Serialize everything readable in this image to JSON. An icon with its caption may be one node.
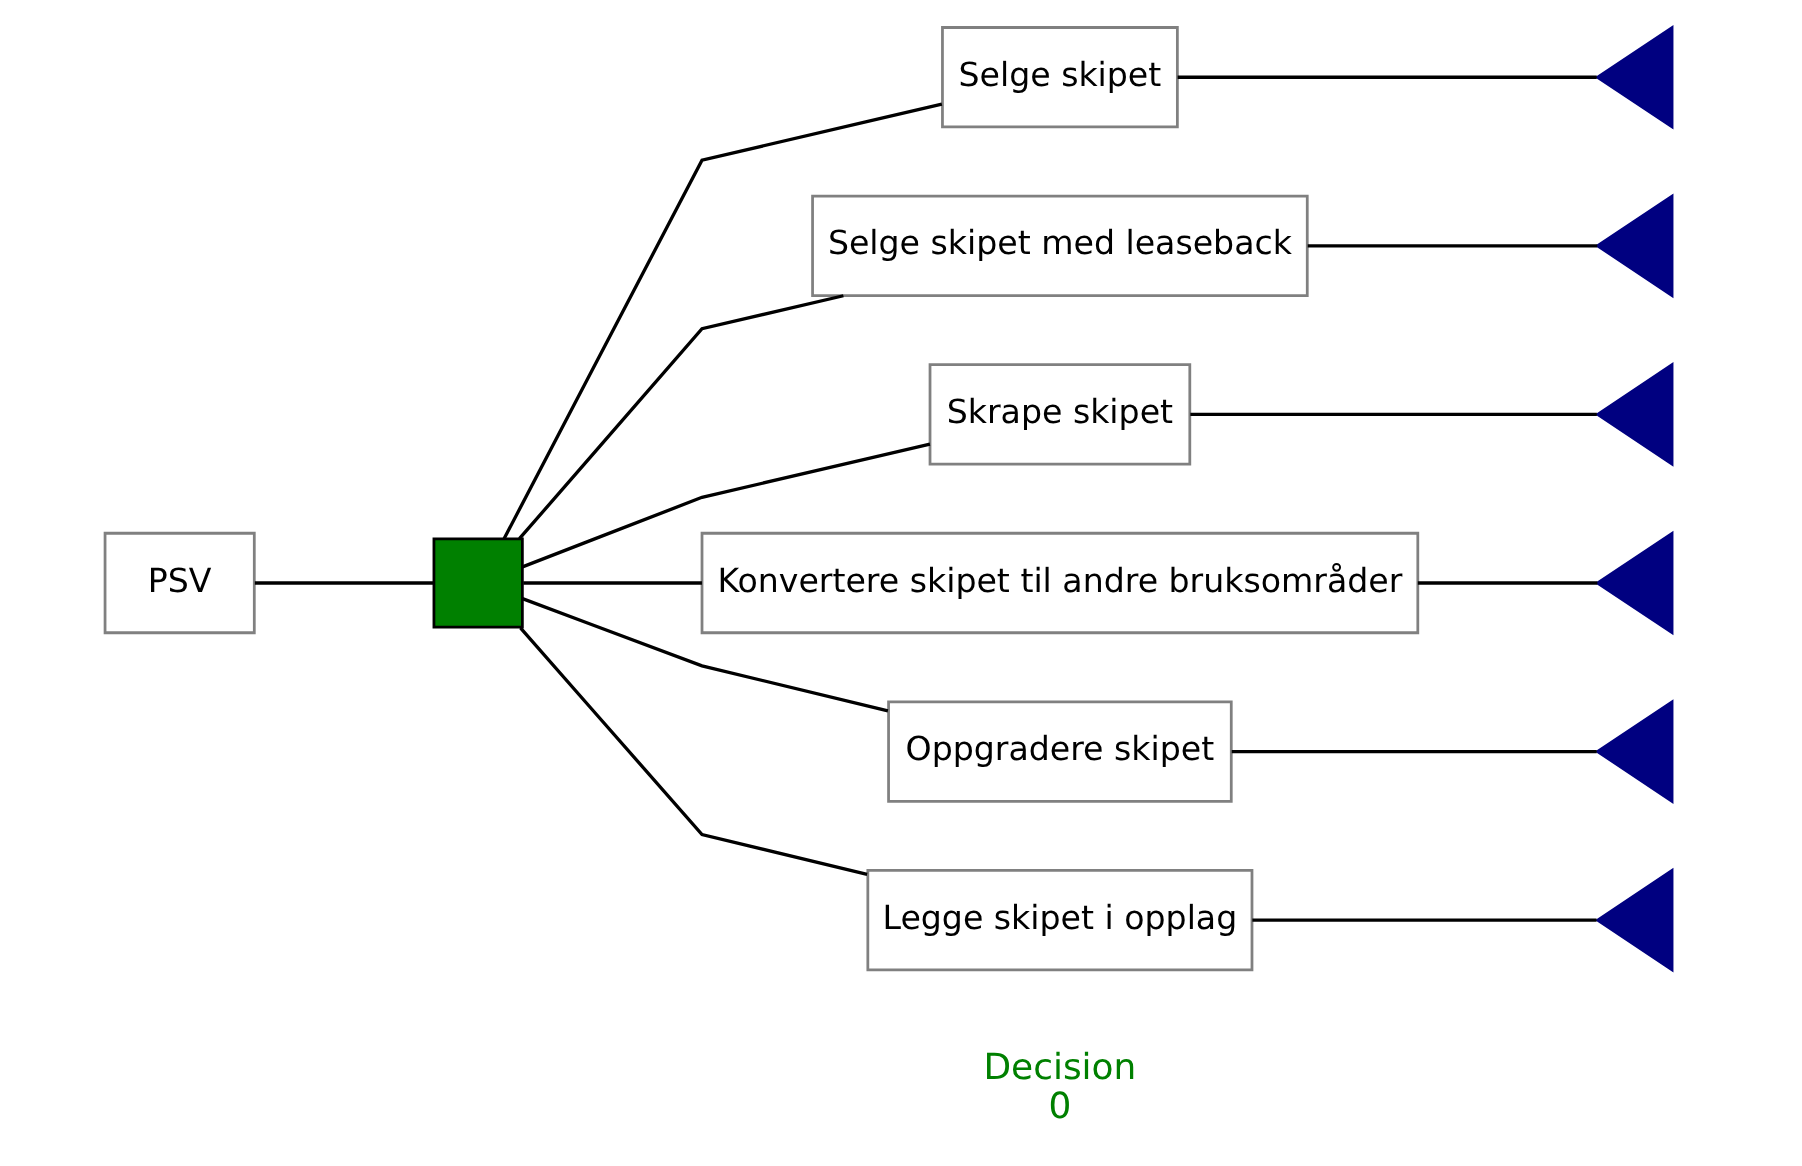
{
  "diagram": {
    "nodes": [
      {
        "text": [
          "PSV"
        ]
      },
      {
        "text": [],
        "shape": "box"
      },
      {
        "text": [
          "Selge skipet"
        ]
      },
      {
        "text": [
          "Selge skipet med leaseback"
        ]
      },
      {
        "text": [
          "Skrape skipet"
        ]
      },
      {
        "text": [
          "Konvertere skipet til andre bruksområder"
        ]
      },
      {
        "text": [
          "Oppgradere skipet"
        ]
      },
      {
        "text": [
          "Legge skipet i opplag"
        ]
      },
      {
        "text": [],
        "shape": "triangle"
      },
      {
        "text": [],
        "shape": "triangle"
      },
      {
        "text": [],
        "shape": "triangle"
      },
      {
        "text": [],
        "shape": "triangle"
      },
      {
        "text": [],
        "shape": "triangle"
      },
      {
        "text": [],
        "shape": "triangle"
      }
    ],
    "edges": [
      {
        "from": 0,
        "to": 1,
        "arrow": "none"
      },
      {
        "from": 1,
        "to": 2,
        "arrow": "none"
      },
      {
        "from": 1,
        "to": 3,
        "arrow": "none"
      },
      {
        "from": 1,
        "to": 4,
        "arrow": "none"
      },
      {
        "from": 1,
        "to": 5,
        "arrow": "none"
      },
      {
        "from": 1,
        "to": 6,
        "arrow": "none"
      },
      {
        "from": 1,
        "to": 7,
        "arrow": "none"
      },
      {
        "from": 2,
        "to": 8,
        "arrow": "none"
      },
      {
        "from": 3,
        "to": 9,
        "arrow": "none"
      },
      {
        "from": 4,
        "to": 10,
        "arrow": "none"
      },
      {
        "from": 5,
        "to": 11,
        "arrow": "none"
      },
      {
        "from": 6,
        "to": 12,
        "arrow": "none"
      },
      {
        "from": 7,
        "to": 13,
        "arrow": "none"
      }
    ],
    "labels": [
      "Decision",
      "0"
    ]
  }
}
